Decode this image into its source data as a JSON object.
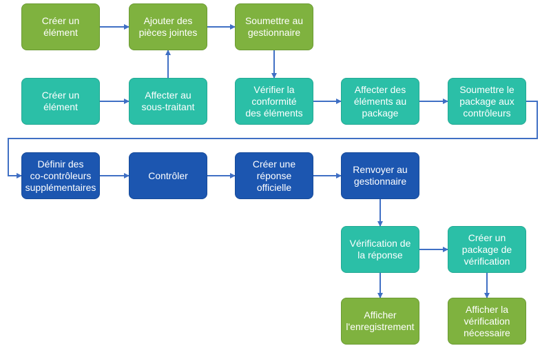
{
  "colors": {
    "green": "#7fb23f",
    "teal": "#2bbfa7",
    "navy": "#1c56b0",
    "arrow": "#3f6fc4"
  },
  "nodes": [
    {
      "id": "n1",
      "label": "Créer un\nélément",
      "color": "green"
    },
    {
      "id": "n2",
      "label": "Ajouter des\npièces jointes",
      "color": "green"
    },
    {
      "id": "n3",
      "label": "Soumettre au\ngestionnaire",
      "color": "green"
    },
    {
      "id": "n4",
      "label": "Créer un\nélément",
      "color": "teal"
    },
    {
      "id": "n5",
      "label": "Affecter au\nsous-traitant",
      "color": "teal"
    },
    {
      "id": "n6",
      "label": "Vérifier la\nconformité\ndes éléments",
      "color": "teal"
    },
    {
      "id": "n7",
      "label": "Affecter des\néléments au\npackage",
      "color": "teal"
    },
    {
      "id": "n8",
      "label": "Soumettre le\npackage aux\ncontrôleurs",
      "color": "teal"
    },
    {
      "id": "n9",
      "label": "Définir des\nco-contrôleurs\nsupplémentaires",
      "color": "navy"
    },
    {
      "id": "n10",
      "label": "Contrôler",
      "color": "navy"
    },
    {
      "id": "n11",
      "label": "Créer une\nréponse\nofficielle",
      "color": "navy"
    },
    {
      "id": "n12",
      "label": "Renvoyer au\ngestionnaire",
      "color": "navy"
    },
    {
      "id": "n13",
      "label": "Vérification de\nla réponse",
      "color": "teal"
    },
    {
      "id": "n14",
      "label": "Créer un\npackage de\nvérification",
      "color": "teal"
    },
    {
      "id": "n15",
      "label": "Afficher\nl'enregistrement",
      "color": "green"
    },
    {
      "id": "n16",
      "label": "Afficher la\nvérification\nnécessaire",
      "color": "green"
    }
  ],
  "edges": [
    [
      "n1",
      "n2"
    ],
    [
      "n2",
      "n3"
    ],
    [
      "n4",
      "n5"
    ],
    [
      "n5",
      "n2"
    ],
    [
      "n3",
      "n6"
    ],
    [
      "n6",
      "n7"
    ],
    [
      "n7",
      "n8"
    ],
    [
      "n8",
      "n9"
    ],
    [
      "n9",
      "n10"
    ],
    [
      "n10",
      "n11"
    ],
    [
      "n11",
      "n12"
    ],
    [
      "n12",
      "n13"
    ],
    [
      "n13",
      "n14"
    ],
    [
      "n13",
      "n15"
    ],
    [
      "n14",
      "n16"
    ]
  ]
}
